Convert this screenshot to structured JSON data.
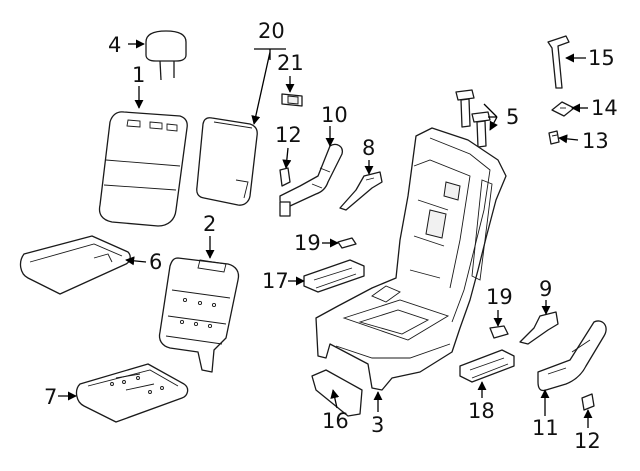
{
  "callouts": [
    {
      "id": "c4",
      "text": "4"
    },
    {
      "id": "c1",
      "text": "1"
    },
    {
      "id": "c20",
      "text": "20"
    },
    {
      "id": "c21",
      "text": "21"
    },
    {
      "id": "c12a",
      "text": "12"
    },
    {
      "id": "c10",
      "text": "10"
    },
    {
      "id": "c8",
      "text": "8"
    },
    {
      "id": "c15",
      "text": "15"
    },
    {
      "id": "c5",
      "text": "5"
    },
    {
      "id": "c14",
      "text": "14"
    },
    {
      "id": "c13",
      "text": "13"
    },
    {
      "id": "c2",
      "text": "2"
    },
    {
      "id": "c6",
      "text": "6"
    },
    {
      "id": "c19a",
      "text": "19"
    },
    {
      "id": "c17",
      "text": "17"
    },
    {
      "id": "c19b",
      "text": "19"
    },
    {
      "id": "c9",
      "text": "9"
    },
    {
      "id": "c7",
      "text": "7"
    },
    {
      "id": "c16",
      "text": "16"
    },
    {
      "id": "c3",
      "text": "3"
    },
    {
      "id": "c18",
      "text": "18"
    },
    {
      "id": "c11",
      "text": "11"
    },
    {
      "id": "c12b",
      "text": "12"
    }
  ]
}
